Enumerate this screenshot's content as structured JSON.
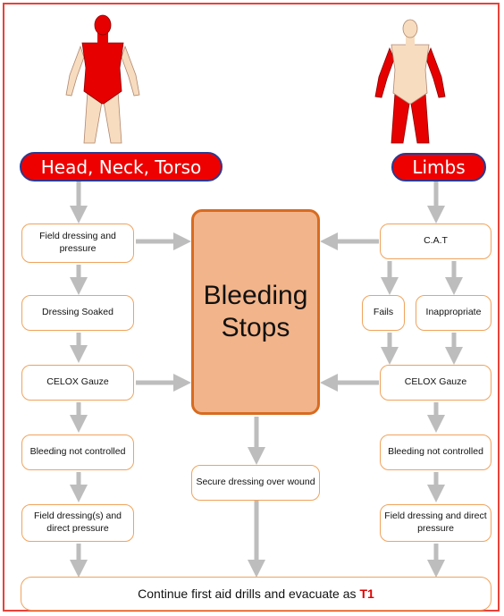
{
  "header": {
    "left_label": "Head, Neck, Torso",
    "right_label": "Limbs"
  },
  "center": {
    "line1": "Bleeding",
    "line2": "Stops"
  },
  "left_path": [
    "Field dressing and pressure",
    "Dressing Soaked",
    "CELOX Gauze",
    "Bleeding not controlled",
    "Field dressing(s) and direct pressure"
  ],
  "right_path": {
    "cat": "C.A.T",
    "fails": "Fails",
    "inappropriate": "Inappropriate",
    "celox": "CELOX Gauze",
    "not_controlled": "Bleeding not controlled",
    "field_dressing": "Field dressing and direct pressure"
  },
  "secure": "Secure dressing over wound",
  "final": {
    "text": "Continue first aid drills and evacuate as",
    "highlight": "T1"
  },
  "colors": {
    "bleed_red": "#ee0000",
    "box_border": "#f0a35c",
    "center_fill": "#f2b48a",
    "arrow": "#bdbdbd",
    "frame": "#e8433a"
  }
}
